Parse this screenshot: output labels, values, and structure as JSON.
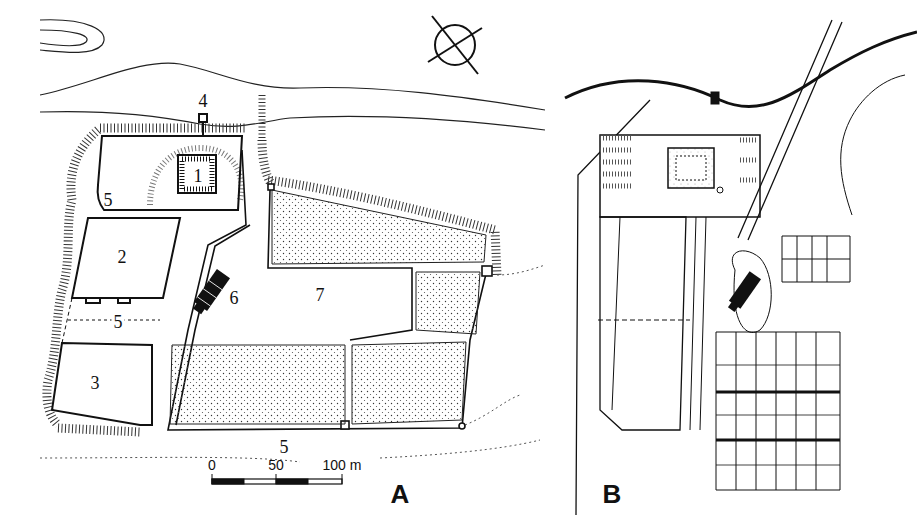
{
  "diagram": {
    "labels": [
      "4",
      "1",
      "5",
      "2",
      "5",
      "6",
      "7",
      "3",
      "5",
      "0",
      "50",
      "100 m",
      "A",
      "B"
    ]
  }
}
